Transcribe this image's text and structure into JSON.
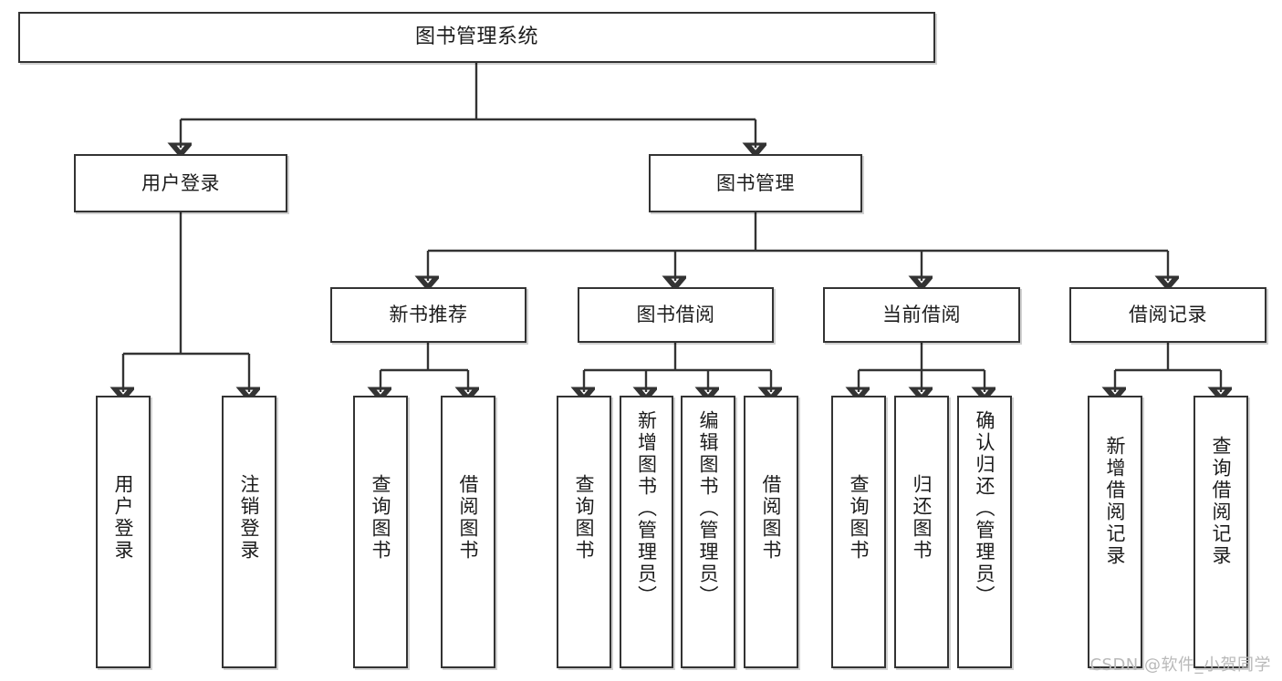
{
  "diagram": {
    "title": "图书管理系统",
    "type": "tree",
    "watermark": "CSDN @软件_小贺同学",
    "accent_color": "#333333",
    "background_color": "#ffffff",
    "arrow_style": "filled-triangle-down",
    "root": {
      "label": "图书管理系统"
    },
    "level2": [
      {
        "label": "用户登录"
      },
      {
        "label": "图书管理"
      }
    ],
    "level3": [
      {
        "label": "新书推荐"
      },
      {
        "label": "图书借阅"
      },
      {
        "label": "当前借阅"
      },
      {
        "label": "借阅记录"
      }
    ],
    "leaves": {
      "user_login": [
        {
          "label": "用户登录"
        },
        {
          "label": "注销登录"
        }
      ],
      "new_book_recommend": [
        {
          "label": "查询图书"
        },
        {
          "label": "借阅图书"
        }
      ],
      "book_borrow": [
        {
          "label": "查询图书"
        },
        {
          "label": "新增图书（管理员）"
        },
        {
          "label": "编辑图书（管理员）"
        },
        {
          "label": "借阅图书"
        }
      ],
      "current_borrow": [
        {
          "label": "查询图书"
        },
        {
          "label": "归还图书"
        },
        {
          "label": "确认归还（管理员）"
        }
      ],
      "borrow_record": [
        {
          "label": "新增借阅记录"
        },
        {
          "label": "查询借阅记录"
        }
      ]
    }
  }
}
